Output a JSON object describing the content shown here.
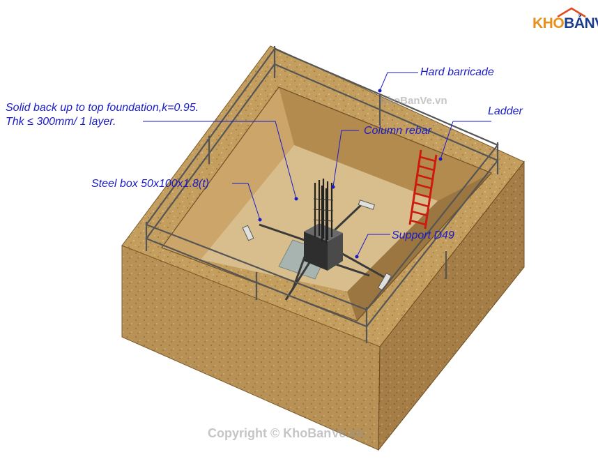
{
  "logo": {
    "kho": "KHO",
    "banve": "BẢNVẼ",
    "colors": {
      "kho": "#e8901c",
      "banve": "#1c3c8c",
      "roof": "#e04a1c"
    }
  },
  "watermark_center": "KhoBanVe.vn",
  "copyright": "Copyright © KhoBanVe.vn",
  "callouts": {
    "solid_backup_line1": "Solid back up to top foundation,k=0.95.",
    "solid_backup_line2": "Thk ≤ 300mm/ 1 layer.",
    "hard_barricade": "Hard barricade",
    "ladder": "Ladder",
    "column_rebar": "Column rebar",
    "steel_box": "Steel box 50x100x1.8(t)",
    "support": "Support D49"
  },
  "colors": {
    "callout_text": "#1a1ac8",
    "leader_line": "#1a1ac8",
    "soil_top": "#c8a264",
    "soil_left": "#b89156",
    "soil_right": "#a57d46",
    "pit_floor": "#d6bc8a",
    "ladder": "#cc1a10",
    "steel": "#3a3a3a",
    "concrete_pad": "#a8b4b0"
  }
}
